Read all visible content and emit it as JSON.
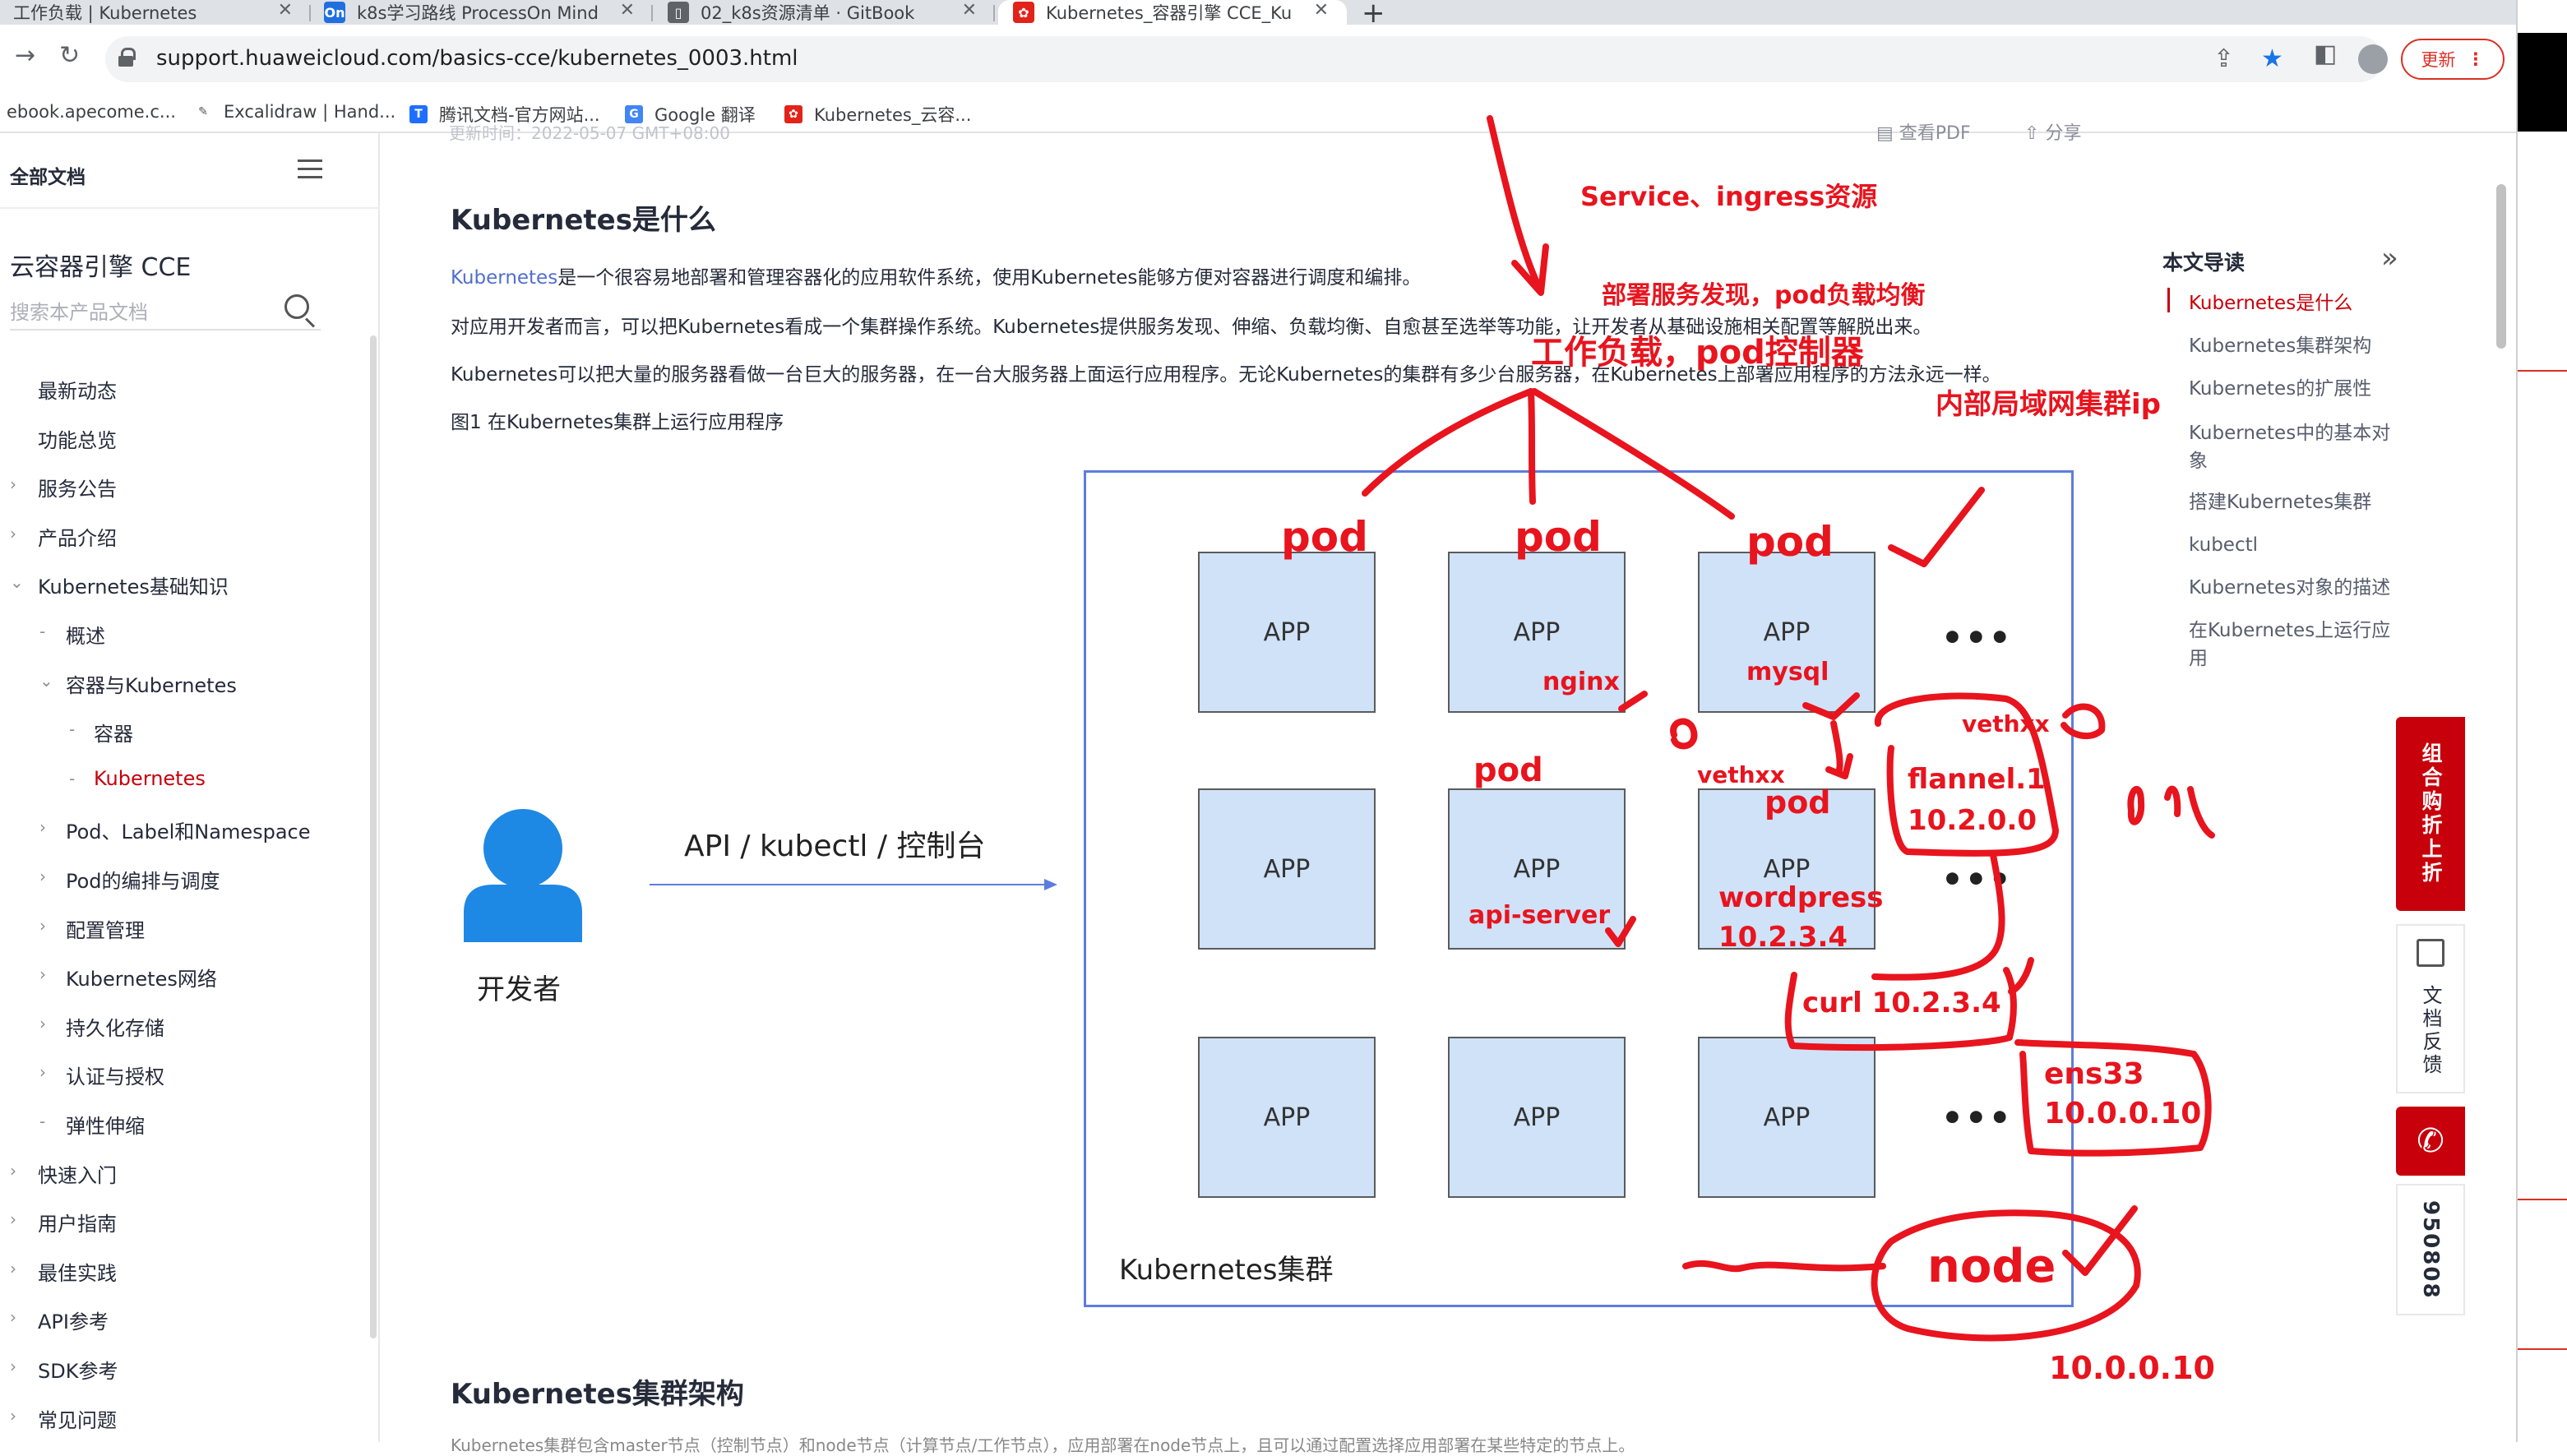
{
  "browser": {
    "tabs": [
      {
        "title": "工作负载 | Kubernetes",
        "icon": "k8s"
      },
      {
        "title": "k8s学习路线 ProcessOn Mind",
        "icon": "On"
      },
      {
        "title": "02_k8s资源清单 · GitBook",
        "icon": "book"
      },
      {
        "title": "Kubernetes_容器引擎 CCE_Ku",
        "icon": "huawei",
        "active": true
      }
    ],
    "url": "support.huaweicloud.com/basics-cce/kubernetes_0003.html",
    "update_label": "更新",
    "bookmarks": [
      "ebook.apecome.c...",
      "Excalidraw | Hand...",
      "腾讯文档-官方网站...",
      "Google 翻译",
      "Kubernetes_云容..."
    ]
  },
  "sidebar": {
    "all_docs": "全部文档",
    "product_title": "云容器引擎 CCE",
    "search_placeholder": "搜索本产品文档",
    "items": [
      {
        "label": "最新动态",
        "mark": ""
      },
      {
        "label": "功能总览",
        "mark": ""
      },
      {
        "label": "服务公告",
        "mark": "›"
      },
      {
        "label": "产品介绍",
        "mark": "›"
      },
      {
        "label": "Kubernetes基础知识",
        "mark": "⌄"
      },
      {
        "label": "概述",
        "mark": "-"
      },
      {
        "label": "容器与Kubernetes",
        "mark": "⌄"
      },
      {
        "label": "容器",
        "mark": "-"
      },
      {
        "label": "Kubernetes",
        "mark": "-",
        "active": true
      },
      {
        "label": "Pod、Label和Namespace",
        "mark": "›"
      },
      {
        "label": "Pod的编排与调度",
        "mark": "›"
      },
      {
        "label": "配置管理",
        "mark": "›"
      },
      {
        "label": "Kubernetes网络",
        "mark": "›"
      },
      {
        "label": "持久化存储",
        "mark": "›"
      },
      {
        "label": "认证与授权",
        "mark": "›"
      },
      {
        "label": "弹性伸缩",
        "mark": "-"
      },
      {
        "label": "快速入门",
        "mark": "›"
      },
      {
        "label": "用户指南",
        "mark": "›"
      },
      {
        "label": "最佳实践",
        "mark": "›"
      },
      {
        "label": "API参考",
        "mark": "›"
      },
      {
        "label": "SDK参考",
        "mark": "›"
      },
      {
        "label": "常见问题",
        "mark": "›"
      }
    ]
  },
  "main": {
    "top_faded": "更新时间：2022-05-07 GMT+08:00",
    "top_tools": [
      "查看PDF",
      "分享"
    ],
    "heading": "Kubernetes是什么",
    "p1_link": "Kubernetes",
    "p1_rest": "是一个很容易地部署和管理容器化的应用软件系统，使用Kubernetes能够方便对容器进行调度和编排。",
    "p2": "对应用开发者而言，可以把Kubernetes看成一个集群操作系统。Kubernetes提供服务发现、伸缩、负载均衡、自愈甚至选举等功能，让开发者从基础设施相关配置等解脱出来。",
    "p3": "Kubernetes可以把大量的服务器看做一台巨大的服务器，在一台大服务器上面运行应用程序。无论Kubernetes的集群有多少台服务器，在Kubernetes上部署应用程序的方法永远一样。",
    "figure_caption": "图1 在Kubernetes集群上运行应用程序",
    "developer_label": "开发者",
    "api_label": "API / kubectl / 控制台",
    "app_label": "APP",
    "dots": "•••",
    "cluster_label": "Kubernetes集群",
    "heading2": "Kubernetes集群架构",
    "bottom_faded": "Kubernetes集群包含master节点（控制节点）和node节点（计算节点/工作节点），应用部署在node节点上，且可以通过配置选择应用部署在某些特定的节点上。"
  },
  "toc": {
    "title": "本文导读",
    "items": [
      {
        "label": "Kubernetes是什么",
        "active": true
      },
      {
        "label": "Kubernetes集群架构"
      },
      {
        "label": "Kubernetes的扩展性"
      },
      {
        "label": "Kubernetes中的基本对象"
      },
      {
        "label": "搭建Kubernetes集群"
      },
      {
        "label": "kubectl"
      },
      {
        "label": "Kubernetes对象的描述"
      },
      {
        "label": "在Kubernetes上运行应用"
      }
    ]
  },
  "float": {
    "buy": "组合购折上折",
    "feedback": "文档反馈",
    "phone": "950808"
  },
  "annotations": {
    "service": "Service、ingress资源",
    "deploy": "部署服务发现，pod负载均衡",
    "workload": "工作负载，pod控制器",
    "lan": "内部局域网集群ip",
    "pod": "pod",
    "nginx": "nginx",
    "mysql": "mysql",
    "vethxx1": "vethxx",
    "vethxx2": "vethxx",
    "flannel": "flannel.1",
    "flannel_ip": "10.2.0.0",
    "api_server": "api-server",
    "wordpress": "wordpress",
    "wordpress_ip": "10.2.3.4",
    "curl": "curl  10.2.3.4",
    "ens33": "ens33",
    "ens33_ip": "10.0.0.10",
    "node": "node",
    "node_ip": "10.0.0.10"
  },
  "colors": {
    "accent": "#c7000b",
    "link": "#526ecc",
    "ink": "#e8141e",
    "app_fill": "#cfe2f8",
    "cluster_border": "#5e7ce0"
  }
}
